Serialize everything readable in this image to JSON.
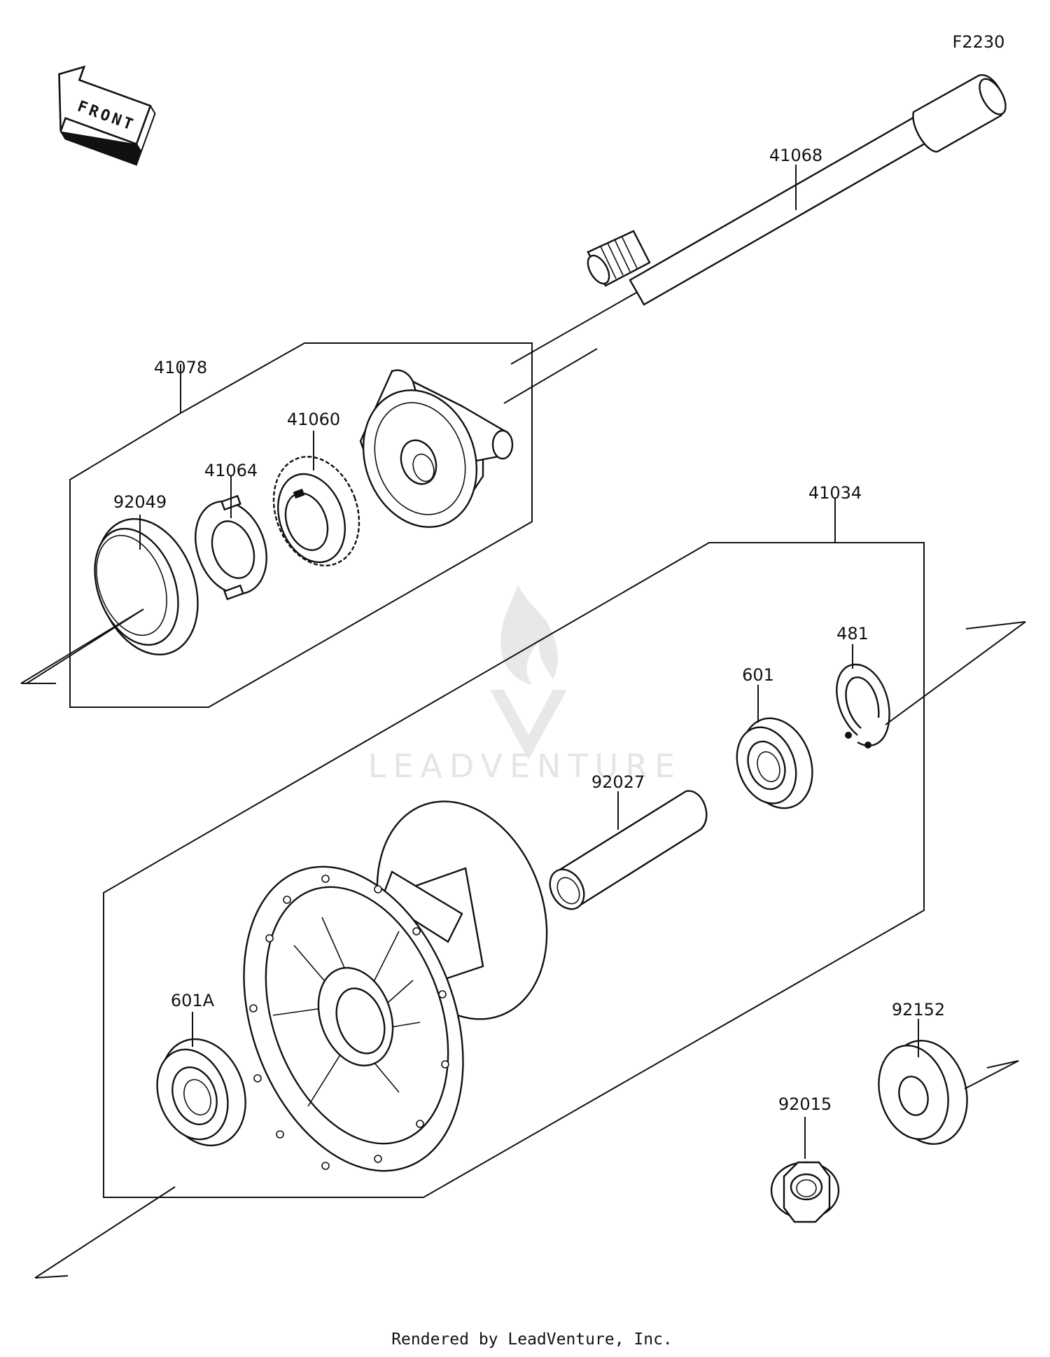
{
  "diagram_code": "F2230",
  "front_label": "FRONT",
  "watermark": "LEADVENTURE",
  "credit": "Rendered by LeadVenture, Inc.",
  "callouts": {
    "axle": "41068",
    "speedo_assy": "41078",
    "speedo_gear": "41060",
    "retainer": "41064",
    "oil_seal": "92049",
    "hub_assy": "41034",
    "circlip": "481",
    "bearing_right": "601",
    "collar": "92027",
    "bearing_left": "601A",
    "spacer": "92152",
    "nut": "92015"
  }
}
